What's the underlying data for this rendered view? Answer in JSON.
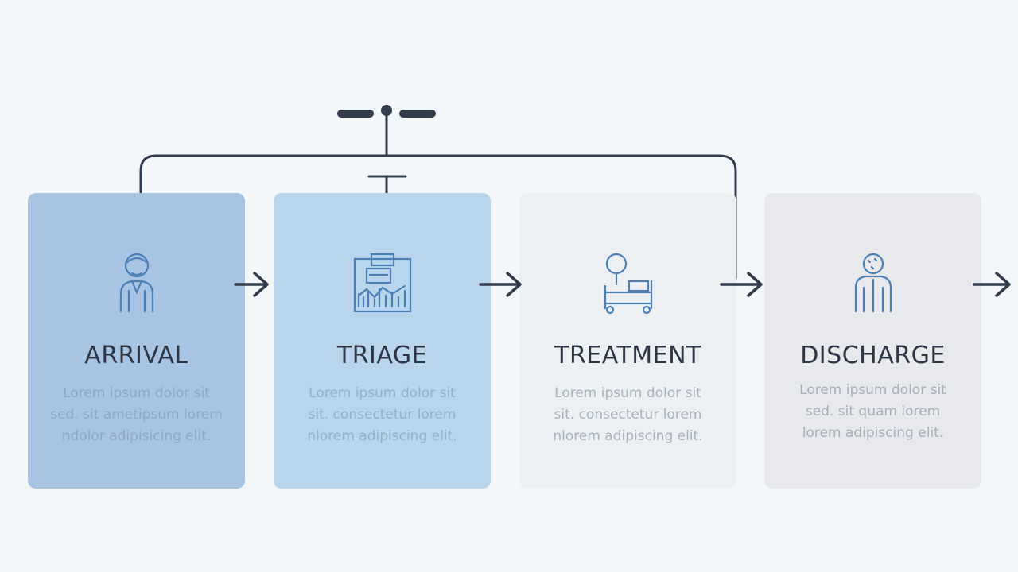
{
  "diagram": {
    "stages": [
      {
        "title": "ARRIVAL",
        "text": "Lorem ipsum dolor sit\nsed. sit ametipsum lorem\nndolor adipisicing elit.",
        "icon": "person-icon",
        "fill": "#a7c4e3",
        "text_color": "#8fa7c4"
      },
      {
        "title": "TRIAGE",
        "text": "Lorem ipsum dolor sit\nsit. consectetur lorem\nnlorem adipiscing elit.",
        "icon": "clipboard-chart-icon",
        "fill": "#b8d5ec",
        "text_color": "#92b1cd"
      },
      {
        "title": "TREATMENT",
        "text": "Lorem ipsum dolor sit\nsit. consectetur lorem\nnlorem adipiscing elit.",
        "icon": "hospital-bed-icon",
        "fill": "#edf0f3",
        "text_color": "#a8b2bd"
      },
      {
        "title": "DISCHARGE",
        "text": "Lorem ipsum dolor sit\nsed. sit quam lorem\nlorem adipiscing elit.",
        "icon": "patient-leaving-icon",
        "fill": "#e7e9ec",
        "text_color": "#a7afba"
      }
    ],
    "line_color": "#323c4a",
    "icon_color": "#4d7fb5"
  }
}
